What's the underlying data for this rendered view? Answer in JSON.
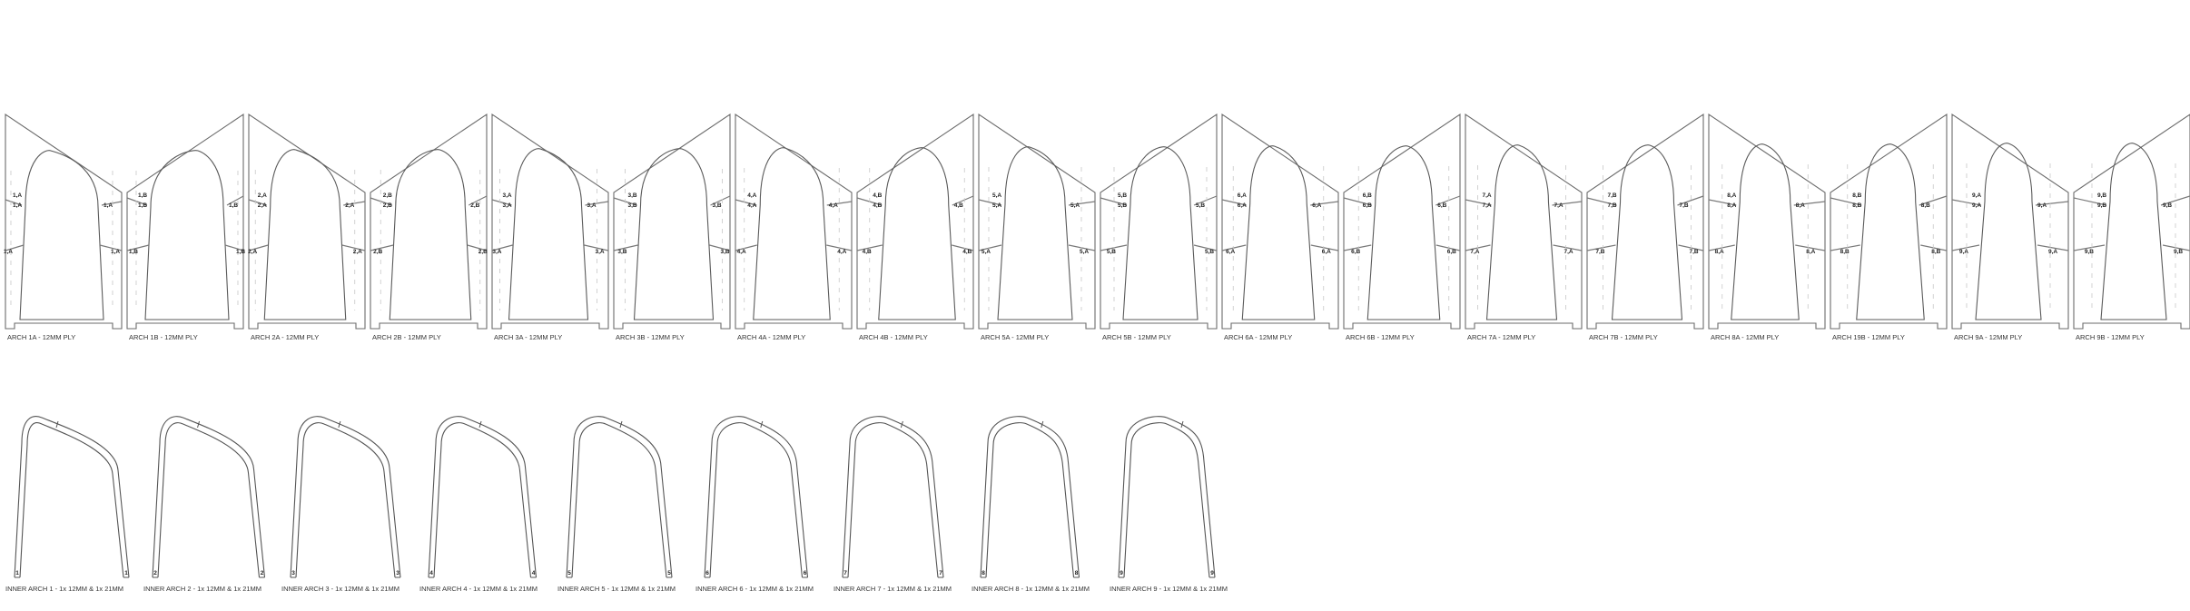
{
  "arch_panels": [
    {
      "caption": "ARCH 1A - 12MM PLY",
      "mark": "1,A"
    },
    {
      "caption": "ARCH 1B - 12MM PLY",
      "mark": "1,B"
    },
    {
      "caption": "ARCH 2A - 12MM PLY",
      "mark": "2,A"
    },
    {
      "caption": "ARCH 2B - 12MM PLY",
      "mark": "2,B"
    },
    {
      "caption": "ARCH 3A - 12MM PLY",
      "mark": "3,A"
    },
    {
      "caption": "ARCH 3B - 12MM PLY",
      "mark": "3,B"
    },
    {
      "caption": "ARCH 4A - 12MM PLY",
      "mark": "4,A"
    },
    {
      "caption": "ARCH 4B - 12MM PLY",
      "mark": "4,B"
    },
    {
      "caption": "ARCH 5A - 12MM PLY",
      "mark": "5,A"
    },
    {
      "caption": "ARCH 5B - 12MM PLY",
      "mark": "5,B"
    },
    {
      "caption": "ARCH 6A - 12MM PLY",
      "mark": "6,A"
    },
    {
      "caption": "ARCH 6B - 12MM PLY",
      "mark": "6,B"
    },
    {
      "caption": "ARCH 7A - 12MM PLY",
      "mark": "7,A"
    },
    {
      "caption": "ARCH 7B - 12MM PLY",
      "mark": "7,B"
    },
    {
      "caption": "ARCH 8A - 12MM PLY",
      "mark": "8,A"
    },
    {
      "caption": "ARCH 19B - 12MM PLY",
      "mark": "8,B"
    },
    {
      "caption": "ARCH 9A - 12MM PLY",
      "mark": "9,A"
    },
    {
      "caption": "ARCH 9B - 12MM PLY",
      "mark": "9,B"
    }
  ],
  "inner_arches": [
    {
      "caption": "INNER ARCH 1 - 1x 12MM & 1x 21MM",
      "mark": "1"
    },
    {
      "caption": "INNER ARCH 2 - 1x 12MM & 1x 21MM",
      "mark": "2"
    },
    {
      "caption": "INNER ARCH 3 - 1x 12MM & 1x 21MM",
      "mark": "3"
    },
    {
      "caption": "INNER ARCH 4 - 1x 12MM & 1x 21MM",
      "mark": "4"
    },
    {
      "caption": "INNER ARCH 5 - 1x 12MM & 1x 21MM",
      "mark": "5"
    },
    {
      "caption": "INNER ARCH 6 - 1x 12MM & 1x 21MM",
      "mark": "6"
    },
    {
      "caption": "INNER ARCH 7 - 1x 12MM & 1x 21MM",
      "mark": "7"
    },
    {
      "caption": "INNER ARCH 8 - 1x 12MM & 1x 21MM",
      "mark": "8"
    },
    {
      "caption": "INNER ARCH 9 - 1x 12MM & 1x 21MM",
      "mark": "9"
    }
  ]
}
